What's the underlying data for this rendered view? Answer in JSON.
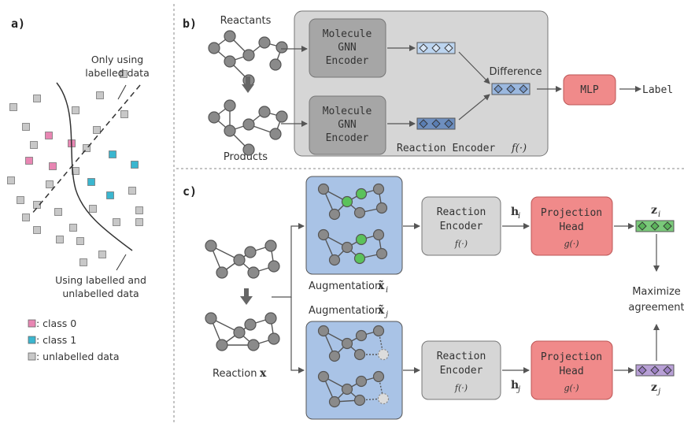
{
  "panels": {
    "a": {
      "label": "a)",
      "annotation_top": [
        "Only using",
        "labelled data"
      ],
      "annotation_bottom": [
        "Using labelled and",
        "unlabelled data"
      ],
      "legend": [
        {
          "label": ": class 0",
          "color": "#e886b3"
        },
        {
          "label": ": class 1",
          "color": "#3bb6cf"
        },
        {
          "label": ": unlabelled data",
          "color": "#c8c8c8"
        }
      ]
    },
    "b": {
      "label": "b)",
      "reactants": "Reactants",
      "products": "Products",
      "encoder_top": [
        "Molecule",
        "GNN",
        "Encoder"
      ],
      "encoder_bottom": [
        "Molecule",
        "GNN",
        "Encoder"
      ],
      "difference": "Difference",
      "mlp": "MLP",
      "output": "Label",
      "reaction_encoder": "Reaction Encoder",
      "reaction_encoder_fn": "f(·)"
    },
    "c": {
      "label": "c)",
      "reaction": "Reaction",
      "reaction_var": "x",
      "aug_i": "Augmentation",
      "aug_i_var": "x̃",
      "aug_i_sub": "i",
      "aug_j": "Augmentation",
      "aug_j_var": "x̃",
      "aug_j_sub": "j",
      "encoder_top": [
        "Reaction",
        "Encoder"
      ],
      "encoder_top_fn": "f(·)",
      "encoder_bottom": [
        "Reaction",
        "Encoder"
      ],
      "encoder_bottom_fn": "f(·)",
      "h_i": "h",
      "h_i_sub": "i",
      "h_j": "h",
      "h_j_sub": "j",
      "proj_top": [
        "Projection",
        "Head"
      ],
      "proj_top_fn": "g(·)",
      "proj_bottom": [
        "Projection",
        "Head"
      ],
      "proj_bottom_fn": "g(·)",
      "z_i": "z",
      "z_i_sub": "i",
      "z_j": "z",
      "z_j_sub": "j",
      "maximize": [
        "Maximize",
        "agreement"
      ]
    }
  },
  "colors": {
    "pink_box": "#f08a8a",
    "blue_aug": "#a9c3e6",
    "grey_panel": "#d6d6d6",
    "grey_box": "#a6a6a6",
    "green_node": "#5bc25b",
    "node_grey": "#8a8a8a",
    "vec_light_blue": "#bcd4ef",
    "vec_dark_blue": "#6e8fbf",
    "vec_green": "#7ac97a",
    "vec_purple": "#b8a0d6"
  }
}
